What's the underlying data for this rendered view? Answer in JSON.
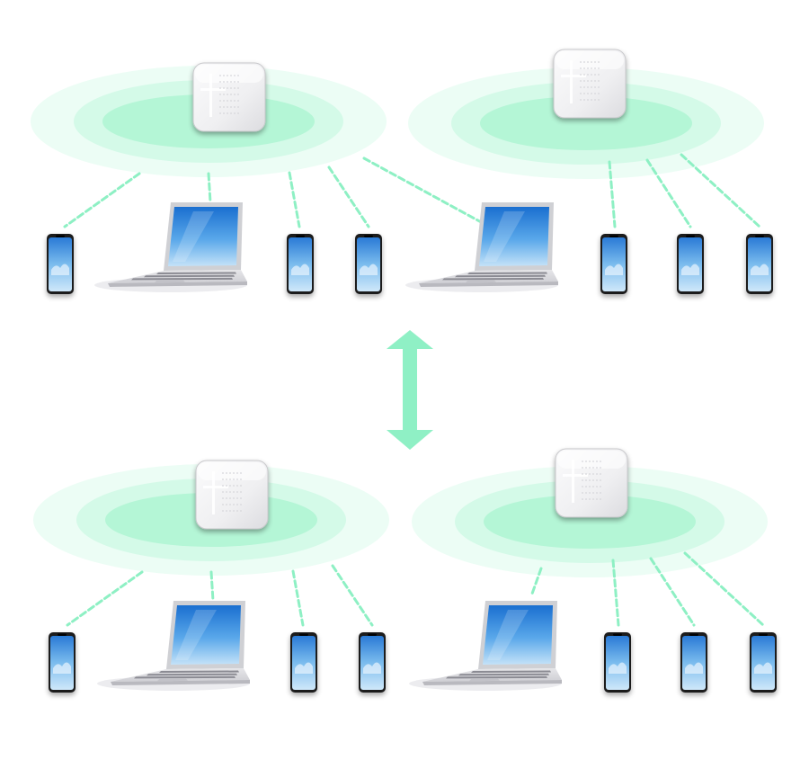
{
  "colors": {
    "coverage_inner": "#aef5d2",
    "coverage_mid": "#d4fae8",
    "coverage_outer": "#ecfdf5",
    "link_line": "#8ef0c4",
    "arrow": "#8ff0c5",
    "ap_body": "#f2f2f4",
    "ap_shadow": "#c9c9cc",
    "screen_top": "#1a6fd0",
    "screen_bottom": "#a8d4f4",
    "device_frame": "#1c1c1f"
  },
  "icons": {
    "access_point": "wireless-access-point-icon",
    "phone": "smartphone-icon",
    "laptop": "laptop-icon",
    "arrow": "double-headed-arrow-icon"
  },
  "networks": [
    {
      "id": "network-top",
      "access_points": [
        "ap-1",
        "ap-2"
      ],
      "laptops": 2,
      "phones": 6
    },
    {
      "id": "network-bottom",
      "access_points": [
        "ap-3",
        "ap-4"
      ],
      "laptops": 2,
      "phones": 6
    }
  ]
}
